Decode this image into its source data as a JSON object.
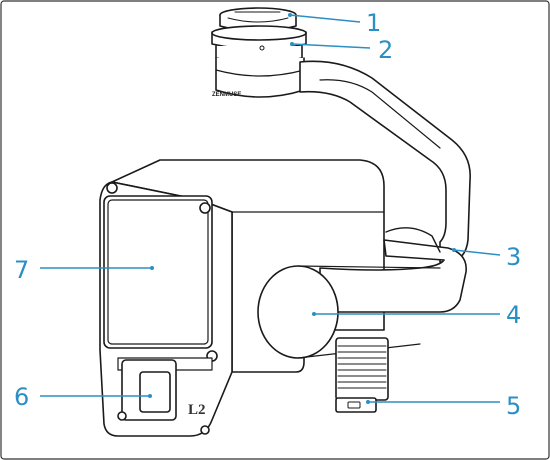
{
  "diagram": {
    "brand_marking": "ZENMUSE",
    "model_marking": "L2",
    "callouts": [
      {
        "id": "1",
        "label": "1"
      },
      {
        "id": "2",
        "label": "2"
      },
      {
        "id": "3",
        "label": "3"
      },
      {
        "id": "4",
        "label": "4"
      },
      {
        "id": "5",
        "label": "5"
      },
      {
        "id": "6",
        "label": "6"
      },
      {
        "id": "7",
        "label": "7"
      }
    ],
    "colors": {
      "outline": "#1a1a1a",
      "callout": "#2a8fc4",
      "frame_border": "#333333"
    }
  }
}
